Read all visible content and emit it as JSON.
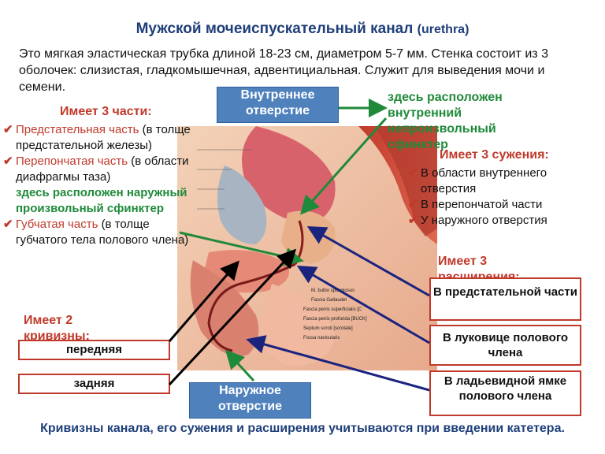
{
  "title": {
    "main": "Мужской мочеиспускательный канал",
    "latin": "(urethra)"
  },
  "intro": "Это мягкая эластическая трубка длиной 18-23 см, диаметром 5-7 мм. Стенка состоит из 3 оболочек: слизистая, гладкомышечная, адвентициальная. Служит для выведения мочи и семени.",
  "internal_opening": "Внутреннее отверстие",
  "external_opening": "Наружное отверстие",
  "internal_sphincter": "здесь расположен внутренний непроизвольный сфинктер",
  "parts": {
    "heading": "Имеет 3 части:",
    "prostatic_name": "Предстательная часть",
    "prostatic_desc": "(в толще предстательной железы)",
    "membranous_name": "Перепончатая часть",
    "membranous_desc": "(в области диафрагмы таза)",
    "external_sphincter": "здесь расположен наружный произвольный сфинктер",
    "spongy_name": "Губчатая часть",
    "spongy_desc": "(в толще губчатого тела полового члена)"
  },
  "narrowings": {
    "heading": "Имеет 3 сужения:",
    "items": [
      "В области внутреннего отверстия",
      "В перепончатой части",
      "У наружного отверстия"
    ]
  },
  "widenings": {
    "heading": "Имеет 3 расширения:",
    "items": [
      "В предстательной части",
      "В луковице полового члена",
      "В ладьевидной ямке полового члена"
    ]
  },
  "curvatures": {
    "heading": "Имеет 2 кривизны:",
    "items": [
      "передняя",
      "задняя"
    ]
  },
  "figure_labels": [
    "M. bulbo spongiosus",
    "Fascia Gallaudet",
    "Fascia penis superficialis [C",
    "Fascia penis profunda [BUCK]",
    "Septum scroti [scrotale]",
    "Fossa navicularis"
  ],
  "footer": "Кривизны канала, его сужения и расширения учитываются при введении катетера.",
  "colors": {
    "title": "#1f3f7a",
    "accent_red": "#c0392b",
    "green": "#1f8a3a",
    "blue_box": "#4f81bd",
    "arrow_navy": "#1a237e"
  }
}
